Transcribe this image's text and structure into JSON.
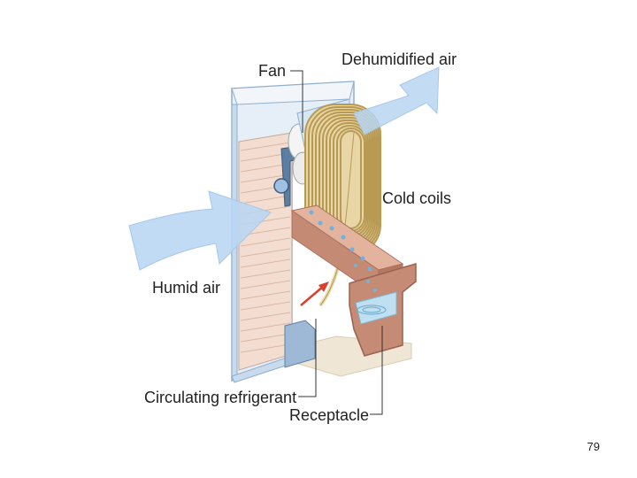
{
  "diagram": {
    "labels": {
      "fan": "Fan",
      "dehumidified_air": "Dehumidified air",
      "cold_coils": "Cold coils",
      "humid_air": "Humid air",
      "circulating_refrigerant": "Circulating refrigerant",
      "receptacle": "Receptacle"
    },
    "colors": {
      "air_arrow": "#b9d6f2",
      "housing": "#dde9f5",
      "housing_edge": "#8fb0d0",
      "coil": "#e2cc95",
      "coil_stroke": "#b89a52",
      "tray": "#c9927e",
      "tray_light": "#e6b8a4",
      "water": "#b9dcef",
      "refrigerant_arrow": "#d9402e"
    }
  },
  "page_number": "79"
}
